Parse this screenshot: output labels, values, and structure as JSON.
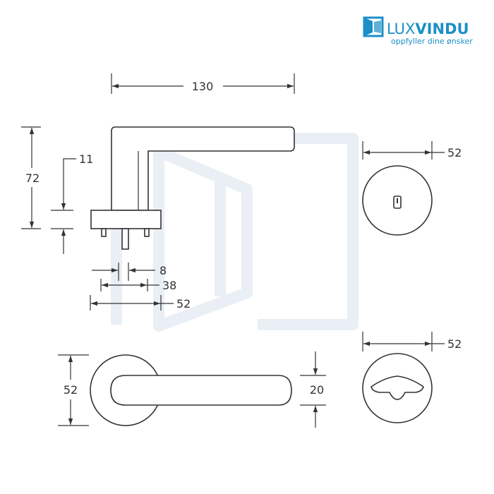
{
  "brand": {
    "name_light": "LUX",
    "name_bold": "VINDU",
    "tagline": "oppfyller dine ønsker",
    "color": "#1b8fc6"
  },
  "dimensions": {
    "handle_length": "130",
    "handle_height": "72",
    "rosette_thickness": "11",
    "spindle": "8",
    "pin_spacing": "38",
    "rosette_width_side": "52",
    "key_rosette_diameter": "52",
    "thumbturn_rosette_diameter": "52",
    "front_rosette_diameter": "52",
    "handle_grip_thickness": "20"
  },
  "colors": {
    "line": "#333333",
    "watermark": "#e9eff5"
  }
}
